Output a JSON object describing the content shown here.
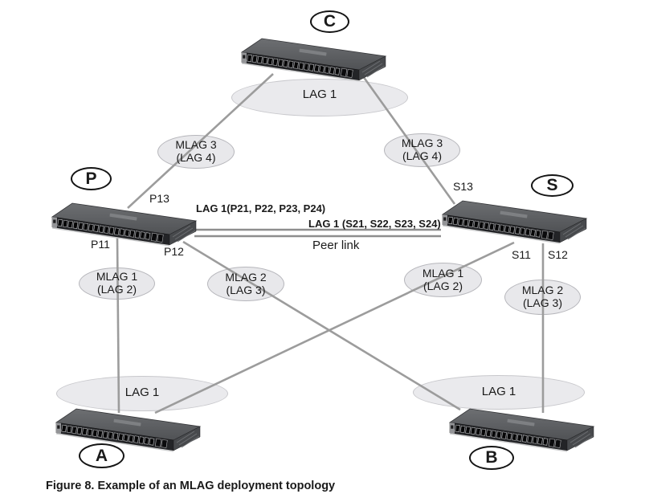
{
  "figure": {
    "caption": "Figure 8. Example of an MLAG deployment topology"
  },
  "nodes": {
    "c": {
      "label": "C"
    },
    "p": {
      "label": "P"
    },
    "s": {
      "label": "S"
    },
    "a": {
      "label": "A"
    },
    "b": {
      "label": "B"
    }
  },
  "ports": {
    "p13": "P13",
    "p11": "P11",
    "p12": "P12",
    "s13": "S13",
    "s11": "S11",
    "s12": "S12"
  },
  "lag_groups": {
    "c": "LAG 1",
    "a": "LAG 1",
    "b": "LAG 1"
  },
  "mlag_groups": {
    "mlag3_left": {
      "name": "MLAG 3",
      "lag": "(LAG 4)"
    },
    "mlag3_right": {
      "name": "MLAG 3",
      "lag": "(LAG 4)"
    },
    "mlag1_left": {
      "name": "MLAG 1",
      "lag": "(LAG 2)"
    },
    "mlag1_right": {
      "name": "MLAG 1",
      "lag": "(LAG 2)"
    },
    "mlag2_left": {
      "name": "MLAG 2",
      "lag": "(LAG 3)"
    },
    "mlag2_right": {
      "name": "MLAG 2",
      "lag": "(LAG 3)"
    }
  },
  "peer_link": {
    "p_lag_label": "LAG 1(P21, P22, P23, P24)",
    "s_lag_label": "LAG 1 (S21, S22, S23, S24)",
    "label": "Peer link"
  },
  "colors": {
    "link_line": "#9c9c9c",
    "peer_line": "#8e8e8e",
    "ellipse_fill": "#e8e8eb",
    "ellipse_border": "#b6b6bb",
    "node_oval_border": "#141414",
    "text": "#1a1a1a"
  }
}
